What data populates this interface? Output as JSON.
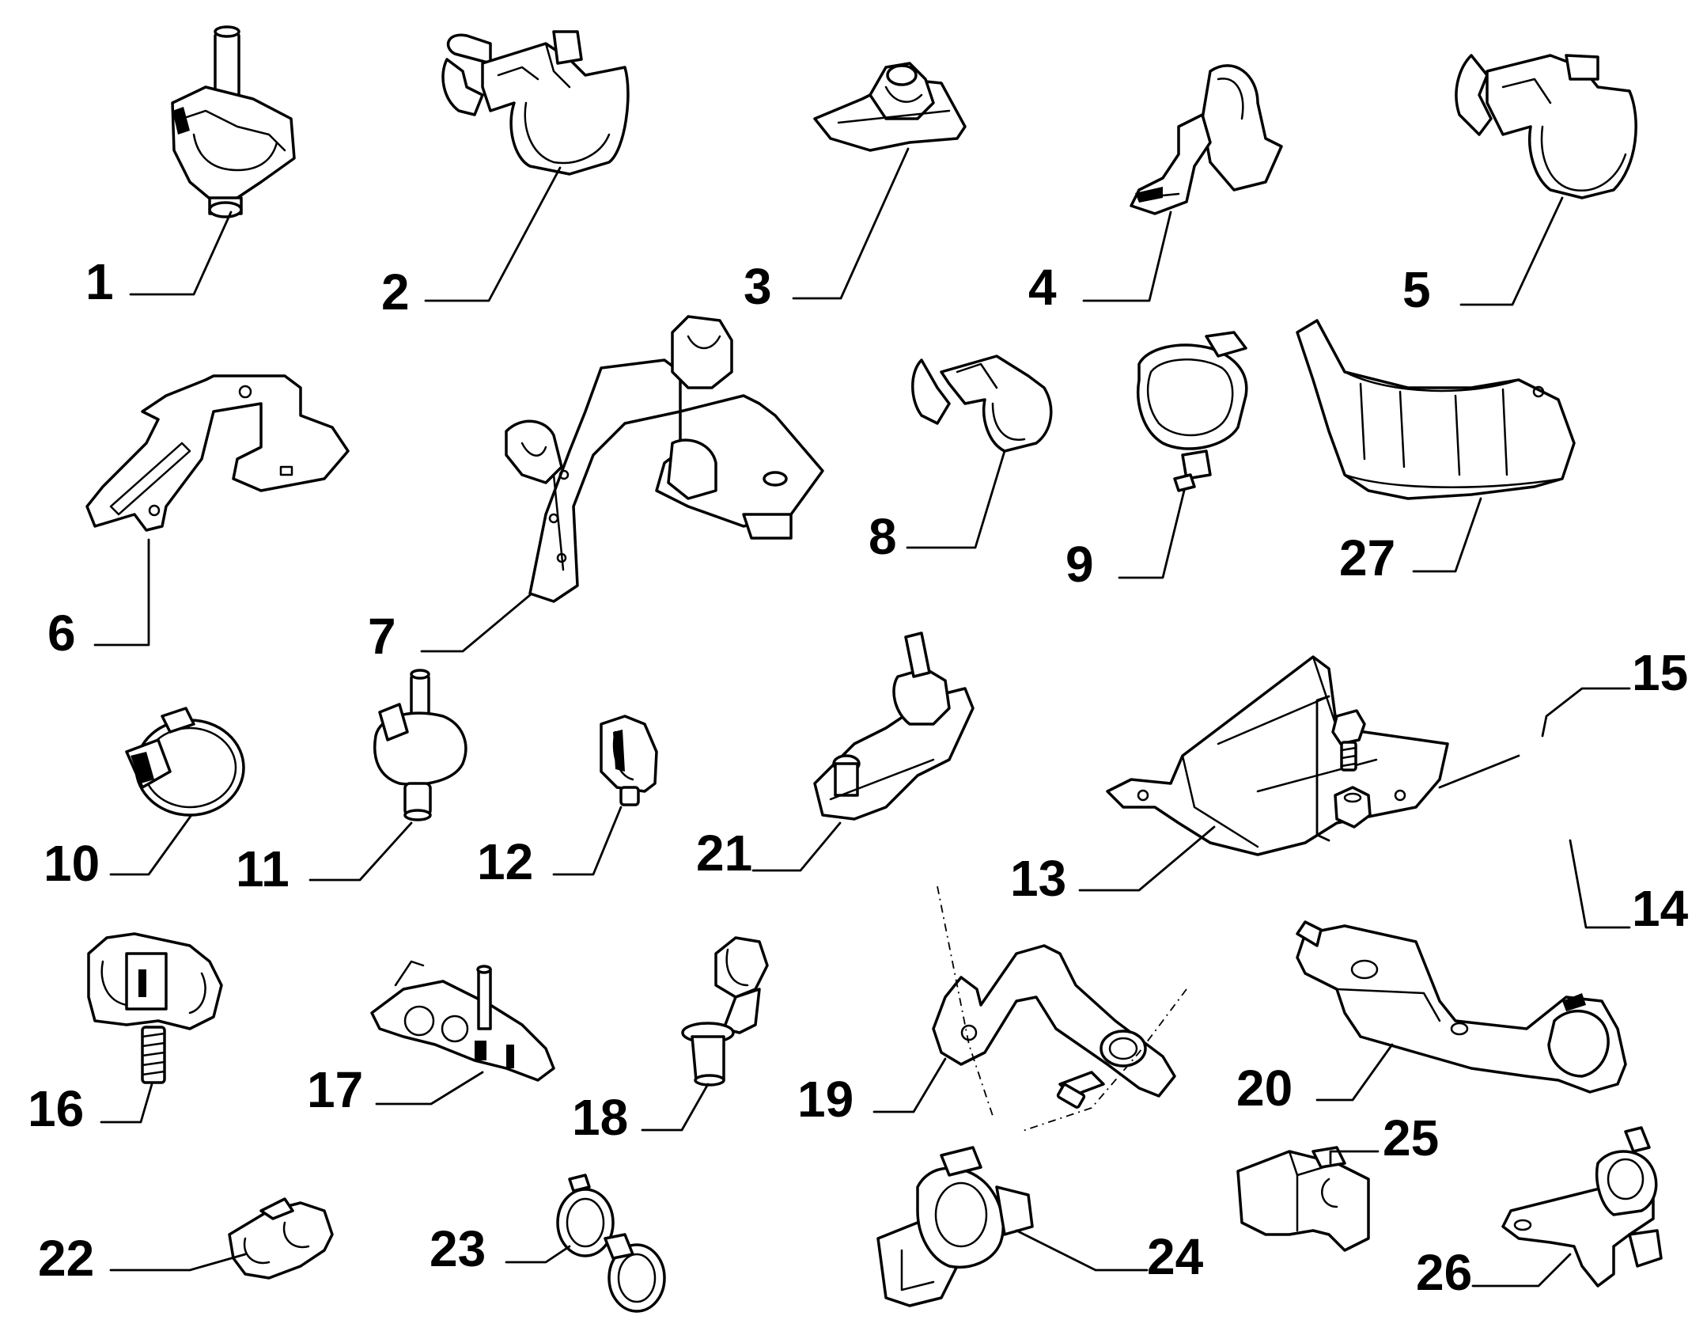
{
  "diagram": {
    "background": "#ffffff",
    "line_color": "#000000",
    "callouts": [
      {
        "id": "c1",
        "label": "1"
      },
      {
        "id": "c2",
        "label": "2"
      },
      {
        "id": "c3",
        "label": "3"
      },
      {
        "id": "c4",
        "label": "4"
      },
      {
        "id": "c5",
        "label": "5"
      },
      {
        "id": "c6",
        "label": "6"
      },
      {
        "id": "c7",
        "label": "7"
      },
      {
        "id": "c8",
        "label": "8"
      },
      {
        "id": "c9",
        "label": "9"
      },
      {
        "id": "c27",
        "label": "27"
      },
      {
        "id": "c10",
        "label": "10"
      },
      {
        "id": "c11",
        "label": "11"
      },
      {
        "id": "c12",
        "label": "12"
      },
      {
        "id": "c21",
        "label": "21"
      },
      {
        "id": "c13",
        "label": "13"
      },
      {
        "id": "c15",
        "label": "15"
      },
      {
        "id": "c14",
        "label": "14"
      },
      {
        "id": "c16",
        "label": "16"
      },
      {
        "id": "c17",
        "label": "17"
      },
      {
        "id": "c18",
        "label": "18"
      },
      {
        "id": "c19",
        "label": "19"
      },
      {
        "id": "c20",
        "label": "20"
      },
      {
        "id": "c25",
        "label": "25"
      },
      {
        "id": "c22",
        "label": "22"
      },
      {
        "id": "c23",
        "label": "23"
      },
      {
        "id": "c24",
        "label": "24"
      },
      {
        "id": "c26",
        "label": "26"
      }
    ]
  }
}
